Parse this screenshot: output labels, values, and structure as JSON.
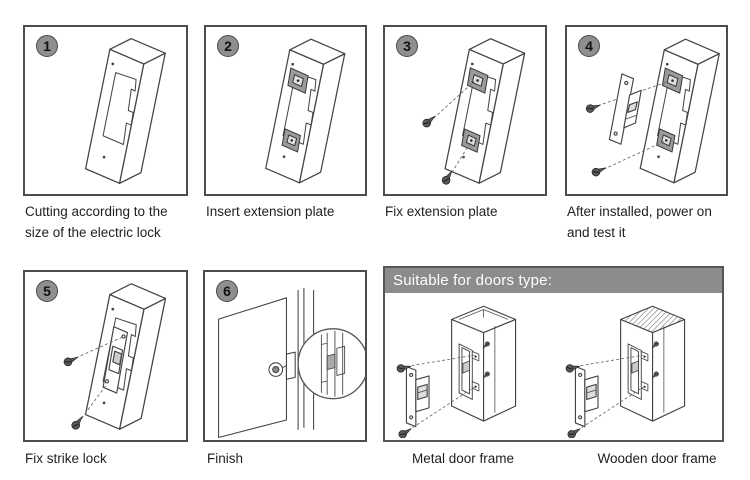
{
  "colors": {
    "line": "#444444",
    "panel_border": "#4d4d4d",
    "badge_bg": "#8f8f8f",
    "badge_text": "#111111",
    "header_bg": "#8c8c8c",
    "header_text": "#ffffff",
    "caption_text": "#1f1f1f",
    "plate_dark": "#9a9a9a"
  },
  "panels": [
    {
      "number": "1",
      "caption": "Cutting according to the\nsize of the electric lock",
      "illustration": "door-post-with-cutout"
    },
    {
      "number": "2",
      "caption": "Insert extension plate",
      "illustration": "door-post-with-extension-plate"
    },
    {
      "number": "3",
      "caption": "Fix extension plate",
      "illustration": "door-post-extension-plate-screws"
    },
    {
      "number": "4",
      "caption": "After installed, power on\nand test it",
      "illustration": "strike-lock-exploded-to-post"
    },
    {
      "number": "5",
      "caption": "Fix strike lock",
      "illustration": "door-post-strike-lock-screws"
    },
    {
      "number": "6",
      "caption": "Finish",
      "illustration": "finished-door-with-detail-circle"
    }
  ],
  "doors_section": {
    "header": "Suitable for doors type:",
    "items": [
      {
        "label": "Metal door frame",
        "illustration": "metal-door-frame"
      },
      {
        "label": "Wooden door frame",
        "illustration": "wooden-door-frame"
      }
    ]
  }
}
